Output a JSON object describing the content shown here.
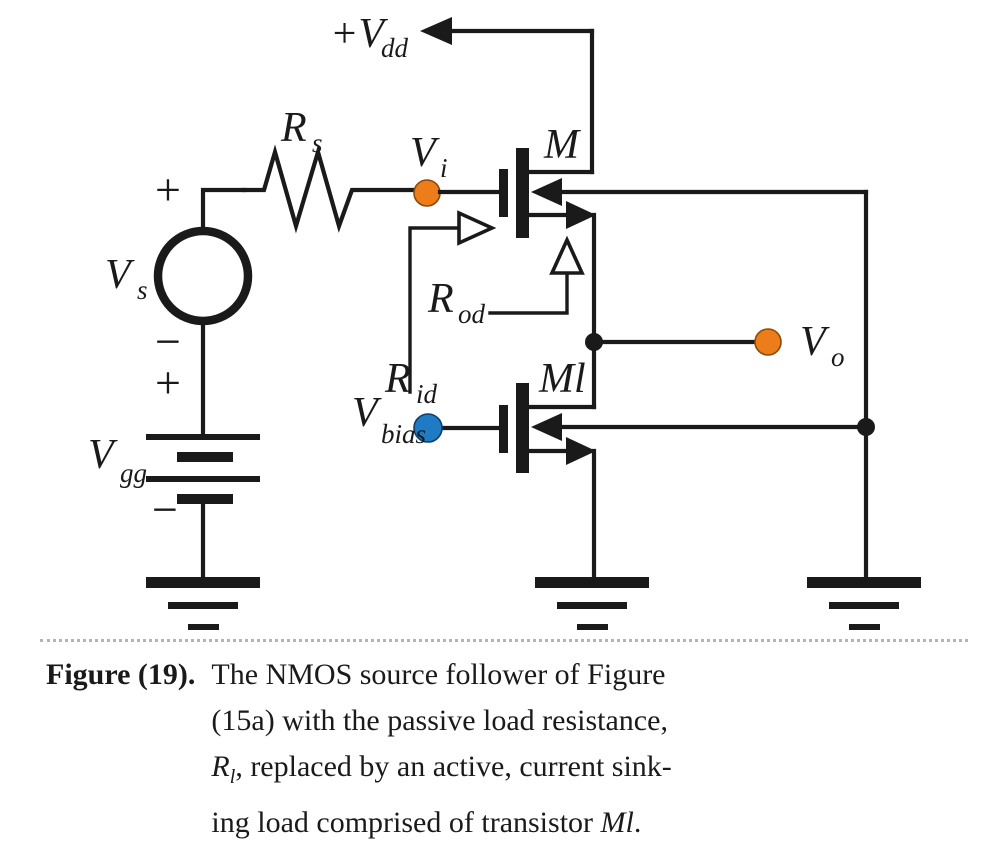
{
  "figure": {
    "supply_label": "+V",
    "supply_sub": "dd",
    "source_label": "V",
    "source_sub": "s",
    "source_plus": "+",
    "source_minus": "−",
    "battery_label": "V",
    "battery_sub": "gg",
    "battery_plus": "+",
    "battery_minus": "−",
    "rs_label": "R",
    "rs_sub": "s",
    "vi_label": "V",
    "vi_sub": "i",
    "vo_label": "V",
    "vo_sub": "o",
    "vbias_label": "V",
    "vbias_sub": "bias",
    "m_label": "M",
    "ml_label": "Ml",
    "rid_label": "R",
    "rid_sub": "id",
    "rod_label": "R",
    "rod_sub": "od",
    "colors": {
      "wire": "#1a1a1a",
      "input_node": "#ED7D1A",
      "output_node": "#ED7D1A",
      "bias_node": "#1F7BC4",
      "background": "#ffffff",
      "rule": "#b4b4b4"
    }
  },
  "caption": {
    "label": "Figure (19).",
    "line1": "The NMOS source follower of Figure",
    "line2": "(15a) with the passive load resistance,",
    "line3_a": "R",
    "line3_sub": "l",
    "line3_b": ", replaced by an active, current sink-",
    "line4_a": "ing load comprised of transistor ",
    "line4_ital": "Ml",
    "line4_b": "."
  }
}
